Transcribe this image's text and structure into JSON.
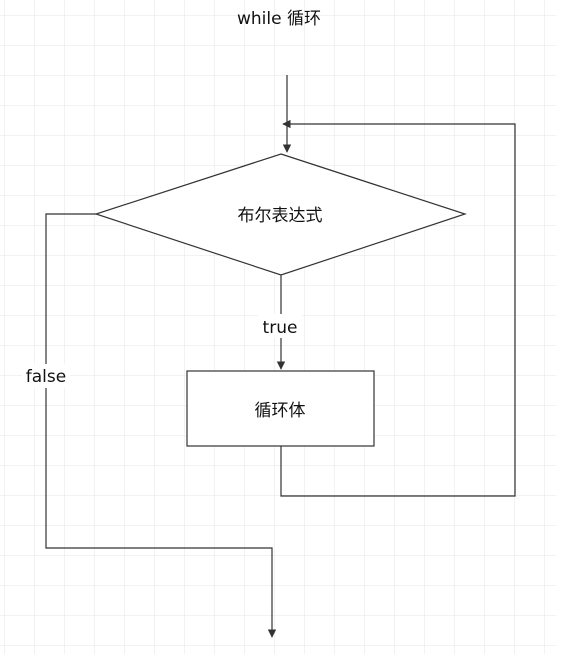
{
  "title": "while 循环",
  "nodes": {
    "condition": "布尔表达式",
    "body": "循环体"
  },
  "edges": {
    "true_label": "true",
    "false_label": "false"
  },
  "colors": {
    "grid": "#e6e6e6",
    "stroke": "#333333",
    "text": "#111111",
    "background": "#ffffff"
  }
}
